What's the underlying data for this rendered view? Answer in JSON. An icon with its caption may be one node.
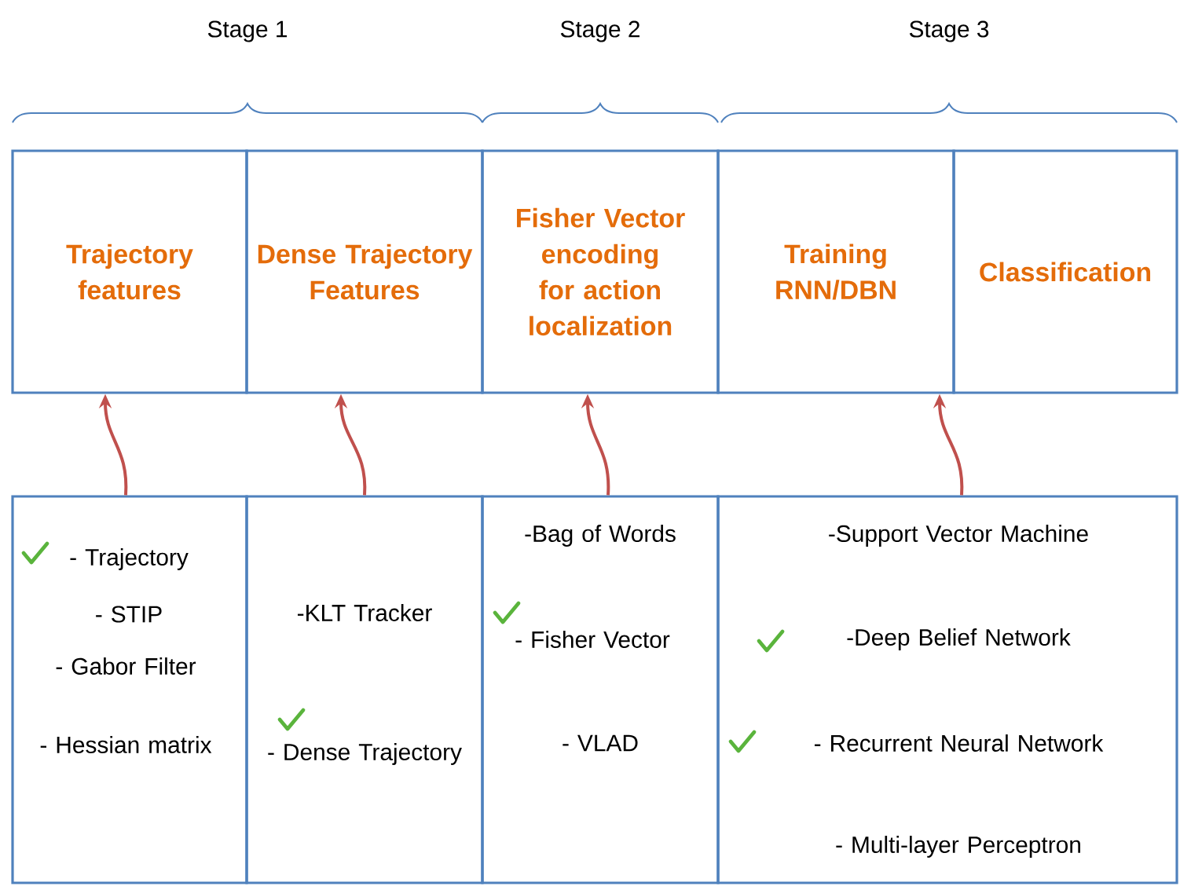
{
  "diagram": {
    "nodes": [
      {
        "text": [
          "Trajectory features"
        ]
      },
      {
        "text": [
          "Dense Trajectory Features"
        ]
      },
      {
        "text": [
          "Fisher Vector encoding for action localization"
        ]
      },
      {
        "text": [
          "Training RNN/DBN"
        ]
      },
      {
        "text": [
          "Classification"
        ]
      },
      {
        "text": [
          "- Trajectory",
          "- STIP",
          "- Gabor Filter",
          "-  Hessian matrix"
        ]
      },
      {
        "text": [
          "-KLT Tracker",
          "- Dense Trajectory"
        ]
      },
      {
        "text": [
          "-Bag of Words",
          "- Fisher Vector",
          "- VLAD"
        ]
      },
      {
        "text": [
          "-Support Vector Machine",
          "-Deep Belief Network",
          "- Recurrent Neural Network",
          "- Multi-layer Perceptron"
        ]
      }
    ],
    "edges": [
      {
        "from": 5,
        "to": 0,
        "arrow": "to"
      },
      {
        "from": 6,
        "to": 1,
        "arrow": "to"
      },
      {
        "from": 7,
        "to": 2,
        "arrow": "to"
      },
      {
        "from": 8,
        "to": 3,
        "arrow": "to"
      }
    ],
    "labels": [
      "Stage 1",
      "Stage 2",
      "Stage 3"
    ]
  }
}
